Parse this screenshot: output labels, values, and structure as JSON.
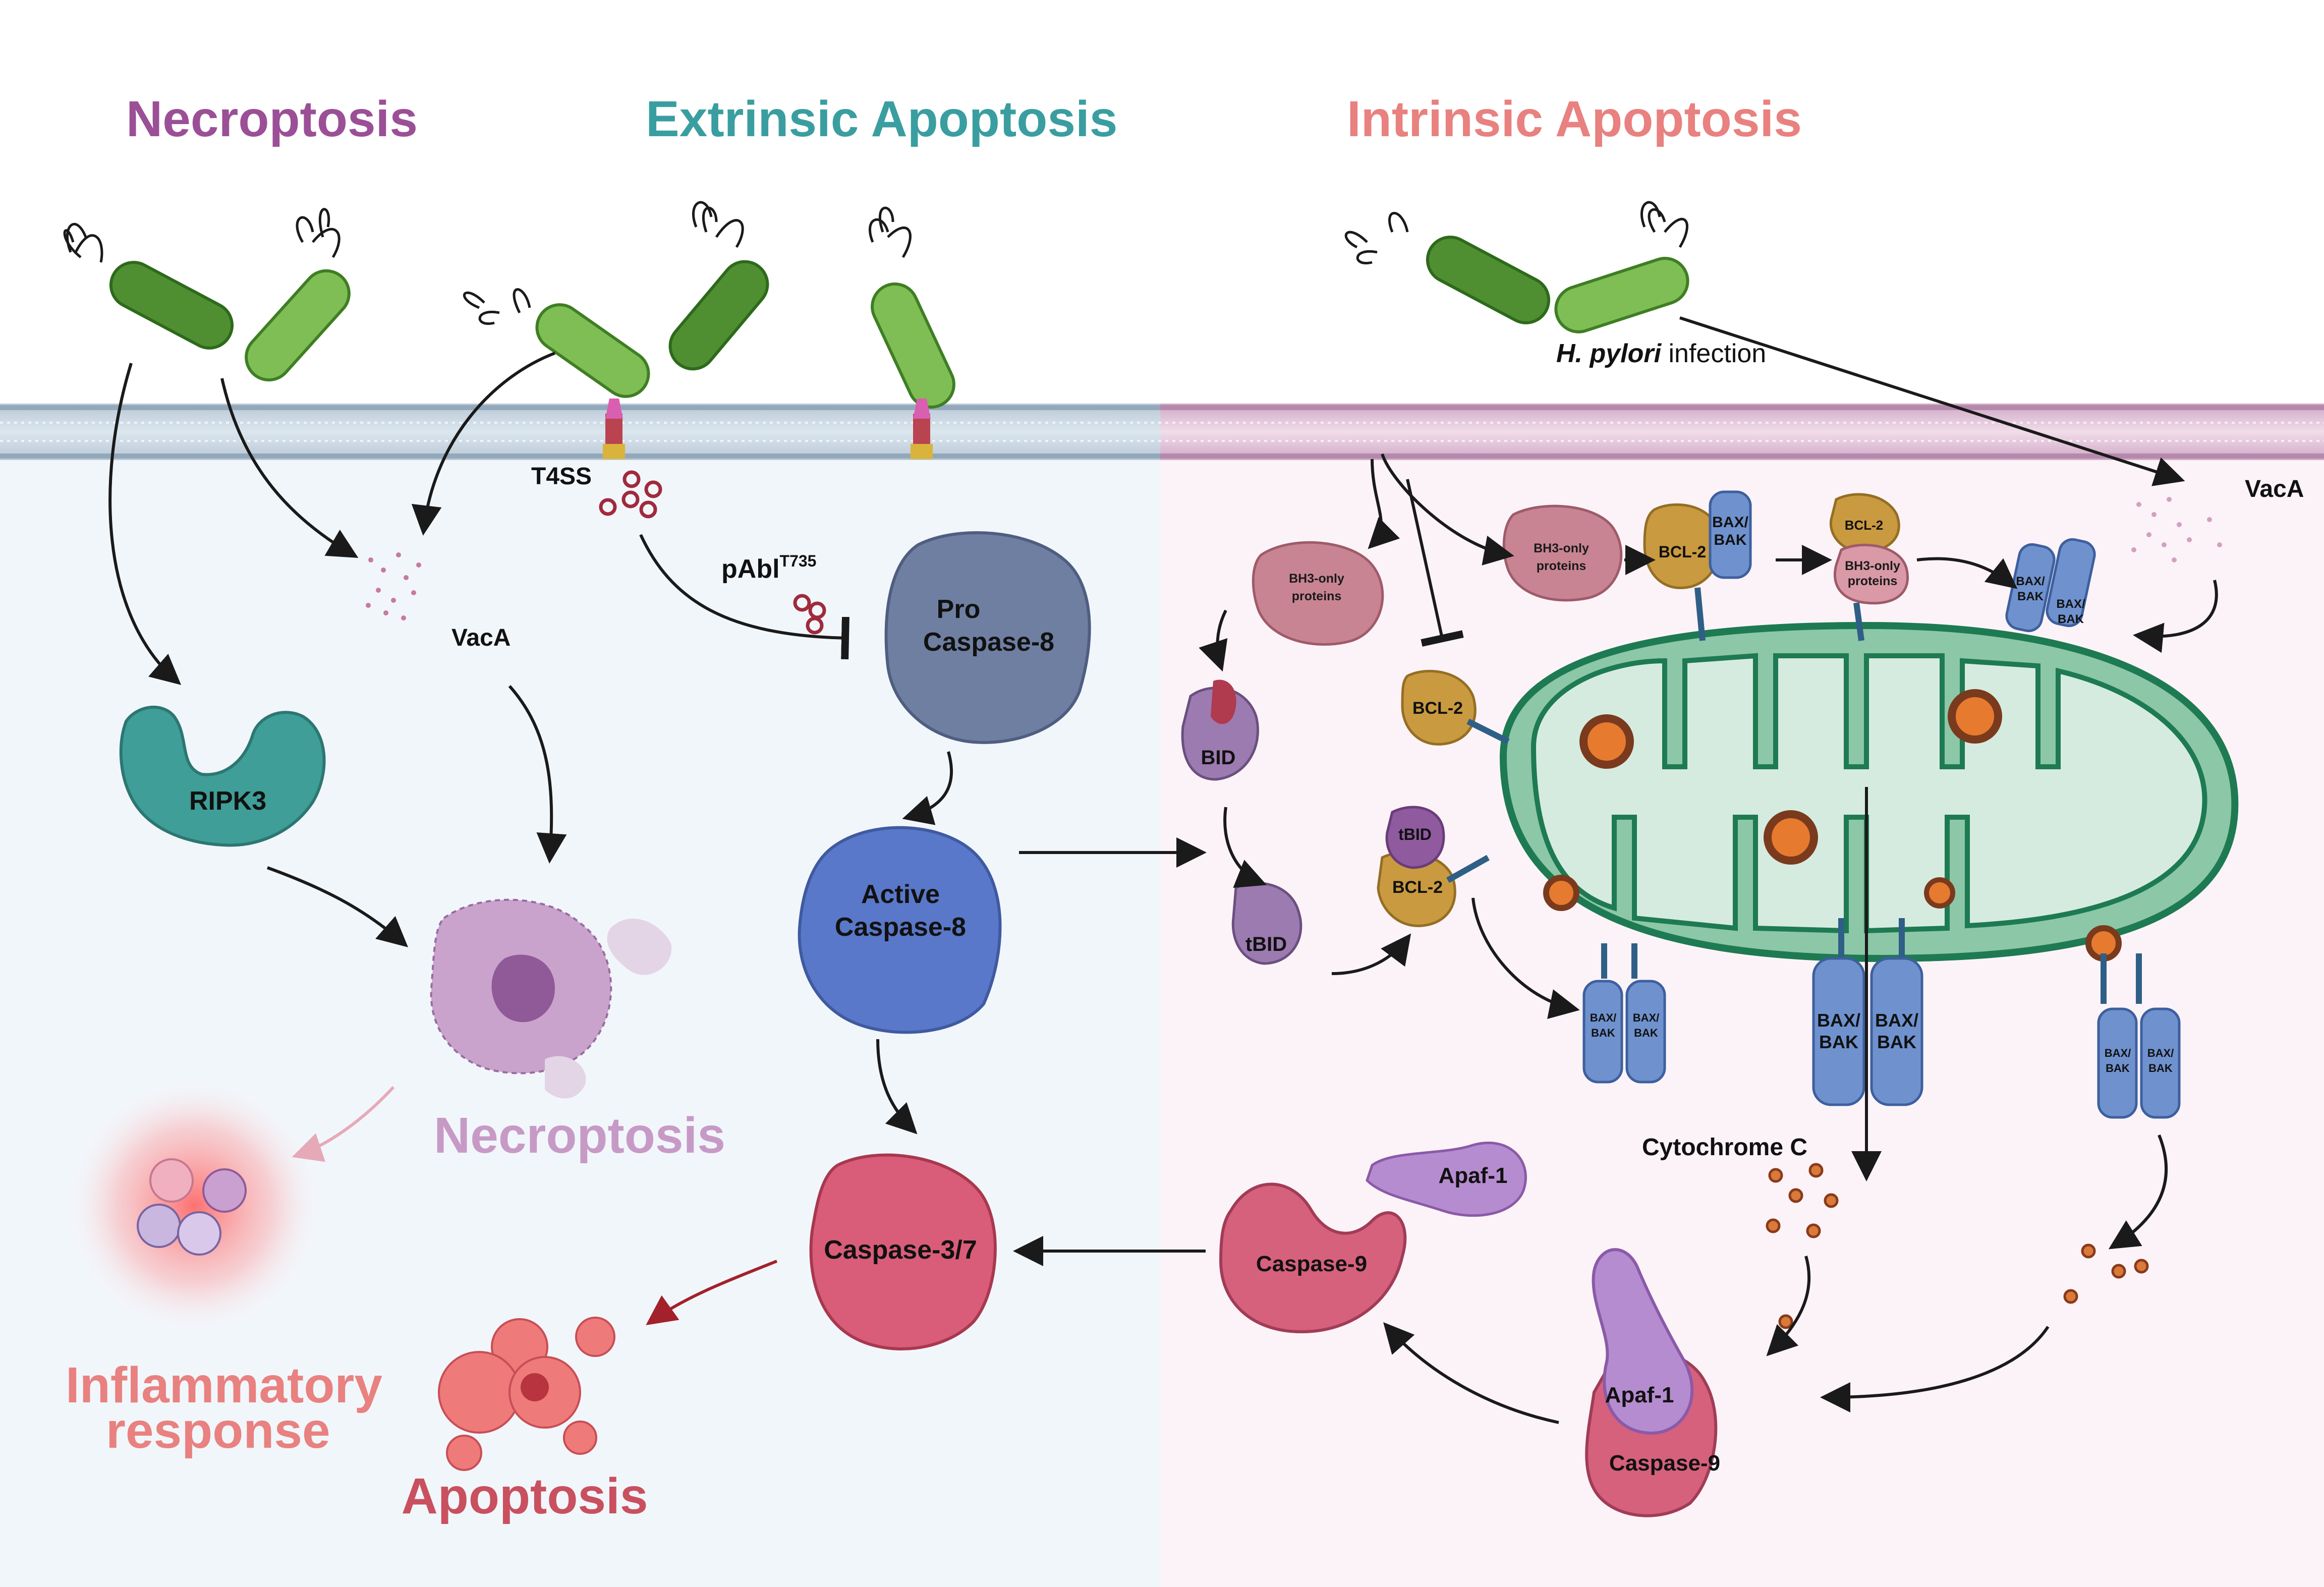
{
  "headers": {
    "necroptosis": "Necroptosis",
    "extrinsic": "Extrinsic Apoptosis",
    "intrinsic": "Intrinsic Apoptosis"
  },
  "labels": {
    "infection_species": "H. pylori",
    "infection_word": " infection",
    "t4ss": "T4SS",
    "pabl": "pAbl",
    "pabl_sup": "T735",
    "vaca": "VacA",
    "ripk3": "RIPK3",
    "necroptosis_outcome": "Necroptosis",
    "inflammatory_1": "Inflammatory",
    "inflammatory_2": "response",
    "pro_casp8_1": "Pro",
    "pro_casp8_2": "Caspase-8",
    "active_casp8_1": "Active",
    "active_casp8_2": "Caspase-8",
    "casp37": "Caspase-3/7",
    "apoptosis_outcome": "Apoptosis",
    "bh3_1": "BH3-only",
    "bh3_2": "proteins",
    "bcl2": "BCL-2",
    "bax": "BAX/",
    "bak": "BAK",
    "bid": "BID",
    "tbid": "tBID",
    "cytochrome_c": "Cytochrome C",
    "apaf1": "Apaf-1",
    "casp9": "Caspase-9"
  },
  "colors": {
    "necroptosis": "#9b4f96",
    "extrinsic": "#3a9ea0",
    "intrinsic": "#e8817f",
    "inflammatory": "#e8817f",
    "apoptosis": "#c9505e",
    "necroptosis_outcome": "#c79ac6",
    "mito_fill": "#8cc7a8",
    "mito_stroke": "#1e7a52",
    "bax": "#6f92cf",
    "bcl2": "#c99a3f",
    "bacteria": "#5aa33c"
  }
}
